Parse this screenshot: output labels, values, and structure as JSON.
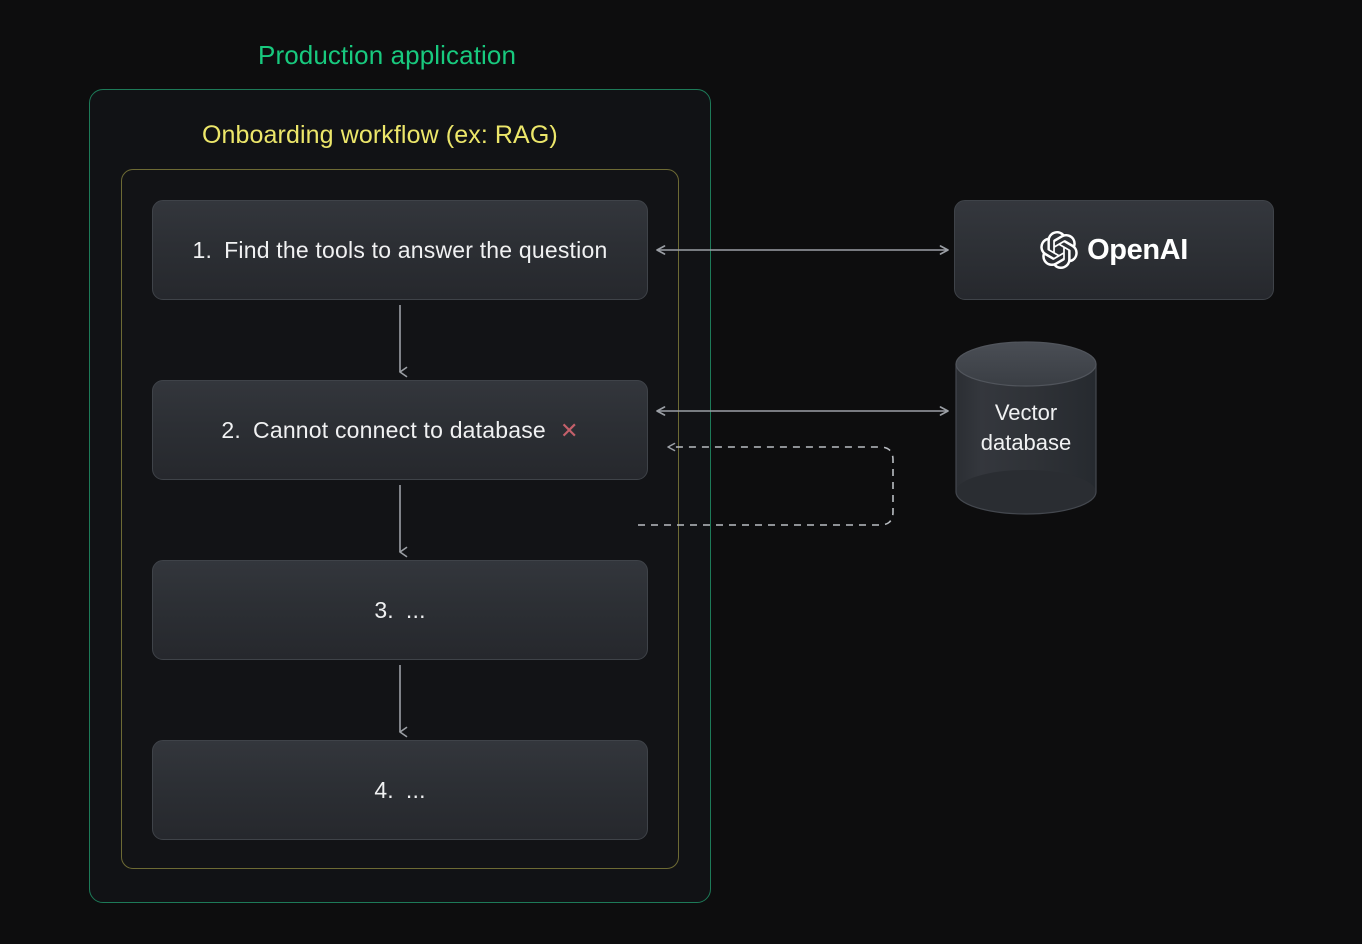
{
  "diagram": {
    "background_color": "#0d0d0e",
    "outer_container": {
      "title": "Production application",
      "title_color": "#18c97e",
      "border_color": "#1d7a58"
    },
    "inner_container": {
      "title": "Onboarding workflow (ex: RAG)",
      "title_color": "#ece66a",
      "border_color": "#6d6a34"
    },
    "steps": [
      {
        "num": "1.",
        "label": "Find the tools to answer the question",
        "status": ""
      },
      {
        "num": "2.",
        "label": "Cannot connect to database",
        "status": "✕",
        "status_color": "#c4606a"
      },
      {
        "num": "3.",
        "label": "...",
        "status": ""
      },
      {
        "num": "4.",
        "label": "...",
        "status": ""
      }
    ],
    "services": {
      "openai": {
        "label": "OpenAI",
        "icon": "openai-logo"
      },
      "vector_database": {
        "line1": "Vector",
        "line2": "database",
        "icon": "database-cylinder"
      }
    },
    "connectors": {
      "step1_to_openai": {
        "type": "double-arrow",
        "style": "solid"
      },
      "step2_to_vector_db": {
        "type": "double-arrow",
        "style": "solid"
      },
      "retry_loop": {
        "type": "single-arrow",
        "style": "dashed",
        "direction": "left"
      },
      "step_flow": {
        "type": "single-arrow",
        "style": "solid",
        "direction": "down"
      }
    }
  }
}
